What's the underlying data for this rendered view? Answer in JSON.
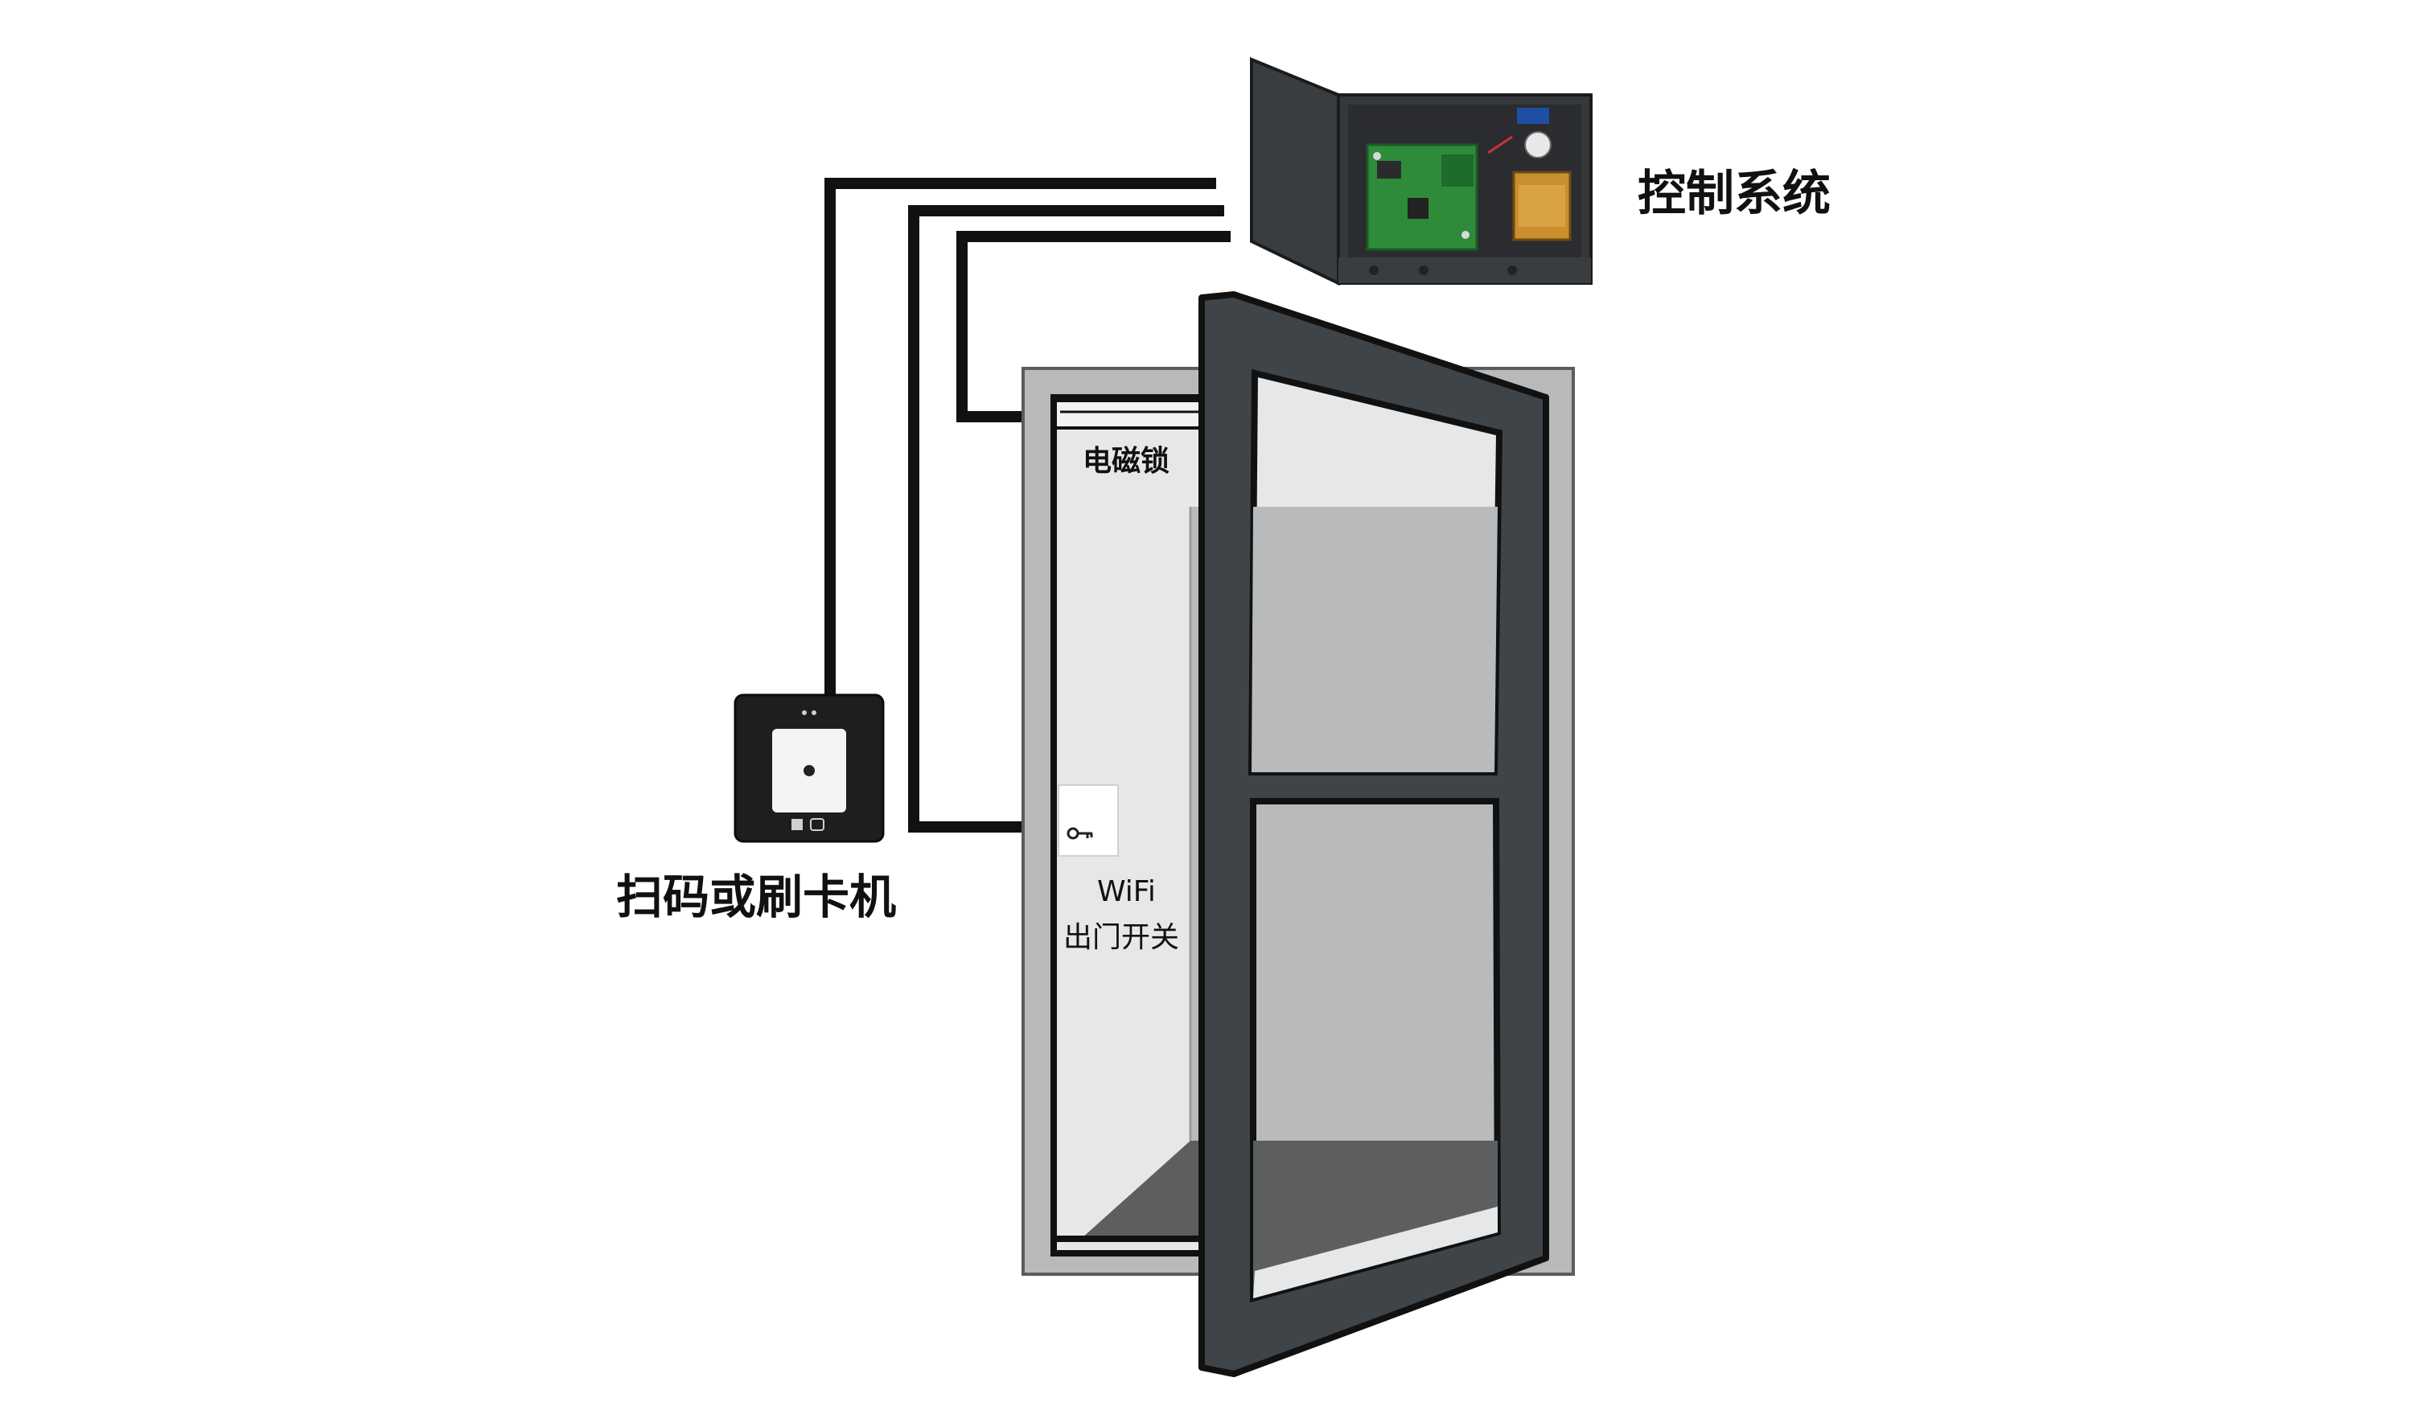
{
  "labels": {
    "control_system": "控制系统",
    "reader": "扫码或刷卡机",
    "magnetic_lock": "电磁锁",
    "wifi": "WiFi",
    "exit_switch": "出门开关"
  },
  "icons": {
    "exit_button": "key-icon"
  },
  "colors": {
    "wire": "#111111",
    "door_frame": "#3f4448",
    "door_outline": "#111111",
    "wall": "#b8b9bb",
    "glass_light": "#e6e7e8",
    "glass_mid": "#b9babc",
    "floor_dark": "#5c5e60",
    "cabinet": "#3a3d40",
    "pcb": "#2e8b3a"
  }
}
